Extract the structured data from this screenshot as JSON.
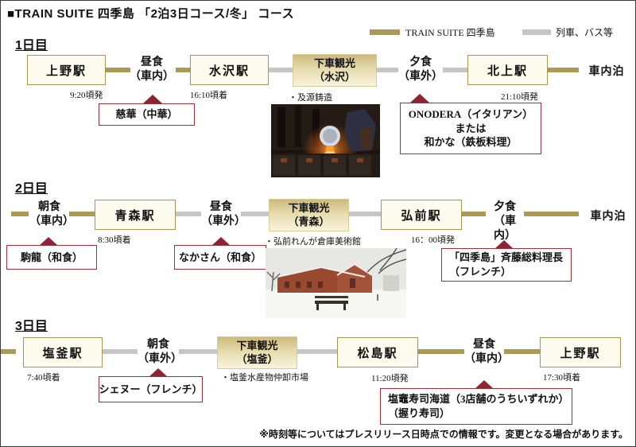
{
  "title": "■TRAIN SUITE 四季島 「2泊3日コース/冬」 コース",
  "legend": {
    "train_suite_label": "TRAIN SUITE 四季島",
    "other_label": "列車、バス等",
    "train_suite_color": "#ab9a55",
    "other_color": "#c6c6c6"
  },
  "colors": {
    "callout_red": "#8e2433",
    "station_border": "#a89655",
    "station_bg": "#fdfbee",
    "activity_gold": "#cdb97c"
  },
  "days": [
    {
      "header": "1日目",
      "nodes": [
        {
          "type": "station",
          "label": "上野駅",
          "time": "9:20頃発"
        },
        {
          "type": "meal",
          "label": "昼食",
          "place": "（車内）"
        },
        {
          "type": "station",
          "label": "水沢駅",
          "time": "16:10頃着"
        },
        {
          "type": "activity",
          "label": "下車観光",
          "place": "（水沢）",
          "note": "・及源鋳造"
        },
        {
          "type": "meal",
          "label": "夕食",
          "place": "（車外）"
        },
        {
          "type": "station",
          "label": "北上駅",
          "time": "21:10頃発"
        },
        {
          "type": "overnight",
          "label": "車内泊"
        }
      ],
      "callouts": [
        {
          "lines": [
            "慈華（中華）"
          ]
        },
        {
          "lines": [
            "ONODERA（イタリアン）",
            "または",
            "和かな（鉄板料理）"
          ]
        }
      ],
      "photo_alt": "及源鋳造の鋳造作業の写真"
    },
    {
      "header": "2日目",
      "nodes": [
        {
          "type": "meal",
          "label": "朝食",
          "place": "（車内）"
        },
        {
          "type": "station",
          "label": "青森駅",
          "time": "8:30頃着"
        },
        {
          "type": "meal",
          "label": "昼食",
          "place": "（車外）"
        },
        {
          "type": "activity",
          "label": "下車観光",
          "place": "（青森）",
          "note": "・弘前れんが倉庫美術館"
        },
        {
          "type": "station",
          "label": "弘前駅",
          "time": "16：00頃発"
        },
        {
          "type": "meal",
          "label": "夕食",
          "place": "（車内）"
        },
        {
          "type": "overnight",
          "label": "車内泊"
        }
      ],
      "callouts": [
        {
          "lines": [
            "駒龍（和食）"
          ]
        },
        {
          "lines": [
            "なかさん（和食）"
          ]
        },
        {
          "lines": [
            "「四季島」斉藤総料理長",
            "（フレンチ）"
          ]
        }
      ],
      "photo_alt": "弘前れんが倉庫美術館の雪景色の写真"
    },
    {
      "header": "3日目",
      "nodes": [
        {
          "type": "station",
          "label": "塩釜駅",
          "time": "7:40頃着"
        },
        {
          "type": "meal",
          "label": "朝食",
          "place": "（車外）"
        },
        {
          "type": "activity",
          "label": "下車観光",
          "place": "（塩釜）",
          "note": "・塩釜水産物仲卸市場"
        },
        {
          "type": "station",
          "label": "松島駅",
          "time": "11:20頃発"
        },
        {
          "type": "meal",
          "label": "昼食",
          "place": "（車内）"
        },
        {
          "type": "station",
          "label": "上野駅",
          "time": "17:30頃着"
        }
      ],
      "callouts": [
        {
          "lines": [
            "シェヌー（フレンチ）"
          ]
        },
        {
          "lines": [
            "塩竈寿司海道（3店舗のうちいずれか）",
            "（握り寿司）"
          ]
        }
      ]
    }
  ],
  "footnote": "※時刻等についてはプレスリリース日時点での情報です。変更となる場合があります。"
}
